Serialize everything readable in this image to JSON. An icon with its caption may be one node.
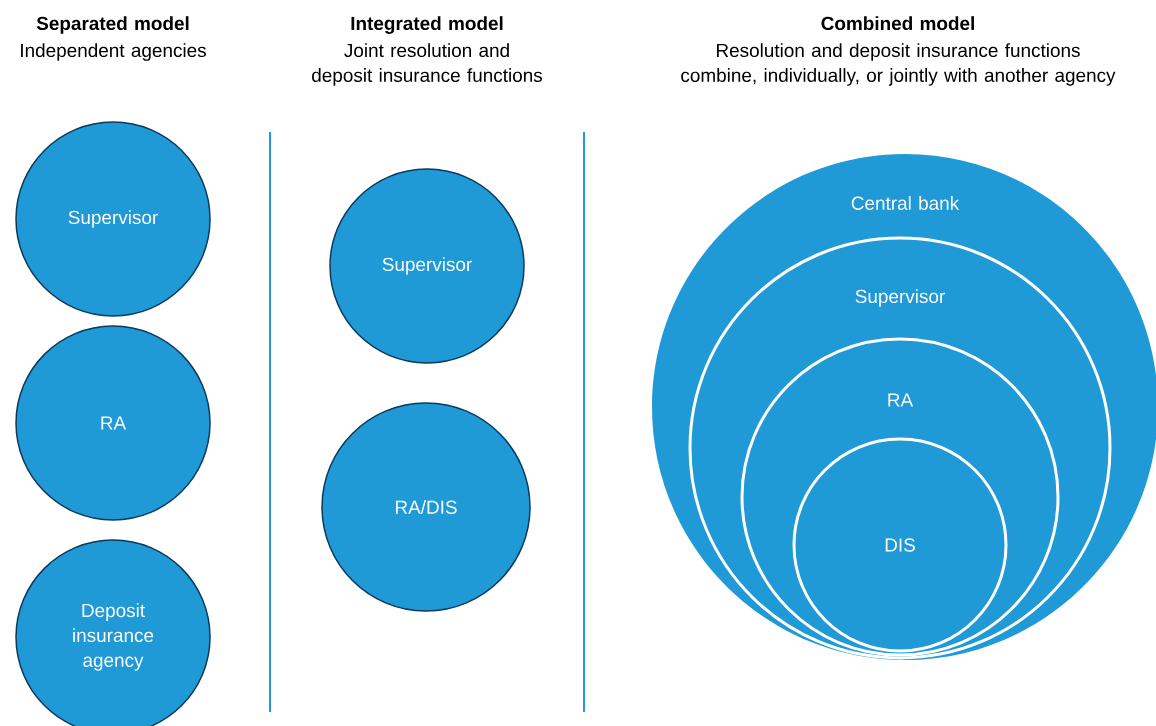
{
  "diagram": {
    "nodes": [
      {
        "text": [
          "Supervisor"
        ]
      },
      {
        "text": [
          "RA"
        ]
      },
      {
        "text": [
          "Deposit insurance agency"
        ]
      },
      {
        "text": [
          "Supervisor"
        ]
      },
      {
        "text": [
          "RA/DIS"
        ]
      },
      {
        "text": [
          "Central bank"
        ]
      },
      {
        "text": [
          "Supervisor"
        ],
        "in": 5
      },
      {
        "text": [
          "RA"
        ],
        "in": 6
      },
      {
        "text": [
          "DIS"
        ],
        "in": 7
      }
    ],
    "labels": [
      "Separated model",
      "Independent agencies",
      "Integrated model",
      "Joint resolution and deposit insurance functions",
      "Combined model",
      "Resolution and deposit insurance functions combine, individually, or jointly with another agency"
    ]
  }
}
